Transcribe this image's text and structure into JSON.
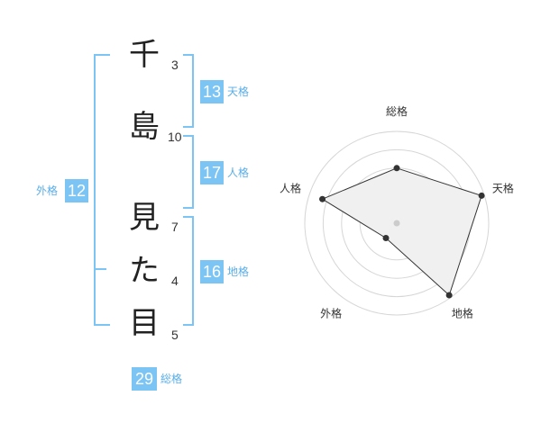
{
  "name": {
    "characters": [
      {
        "char": "千",
        "strokes": "3"
      },
      {
        "char": "島",
        "strokes": "10"
      },
      {
        "char": "見",
        "strokes": "7"
      },
      {
        "char": "た",
        "strokes": "4"
      },
      {
        "char": "目",
        "strokes": "5"
      }
    ]
  },
  "scores": {
    "tenkaku": {
      "value": "13",
      "label": "天格"
    },
    "jinkaku": {
      "value": "17",
      "label": "人格"
    },
    "chikaku": {
      "value": "16",
      "label": "地格"
    },
    "gaikaku": {
      "value": "12",
      "label": "外格"
    },
    "soukaku": {
      "value": "29",
      "label": "総格"
    }
  },
  "radar": {
    "axes": [
      "総格",
      "天格",
      "地格",
      "外格",
      "人格"
    ],
    "values": [
      0.6,
      0.97,
      0.97,
      0.2,
      0.85
    ],
    "max": 1,
    "rings": 5
  },
  "colors": {
    "accent": "#7cc4f4",
    "accent_text": "#5aaee8",
    "radar_fill": "#f0f0f0",
    "radar_line": "#333333",
    "ring": "#d6d6d6"
  }
}
